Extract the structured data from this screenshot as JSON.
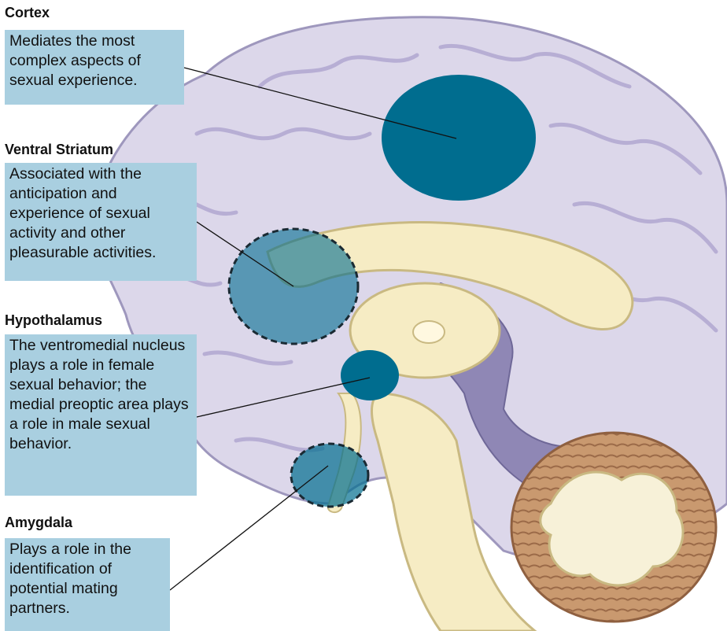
{
  "labels": {
    "cortex": {
      "title": "Cortex",
      "description": "Mediates the most complex aspects of sexual experience."
    },
    "ventral_striatum": {
      "title": "Ventral Striatum",
      "description": "Associated with the anticipation and experience of sexual activity and other pleasurable activities."
    },
    "hypothalamus": {
      "title": "Hypothalamus",
      "description": "The ventromedial nucleus plays a role in female sexual behavior; the medial preoptic area plays a role in male sexual behavior."
    },
    "amygdala": {
      "title": "Amygdala",
      "description": "Plays a role in the identification of potential mating partners."
    }
  },
  "colors": {
    "label_box": "#a9cfe0",
    "region_fill": "#006d8f",
    "cortex_tissue": "#dcd7ea",
    "deep_structures": "#f6ecc4",
    "ventricle": "#8f87b5",
    "cerebellum_tissue": "#c2926f"
  },
  "icons": [
    "brain-midsagittal-illustration"
  ]
}
